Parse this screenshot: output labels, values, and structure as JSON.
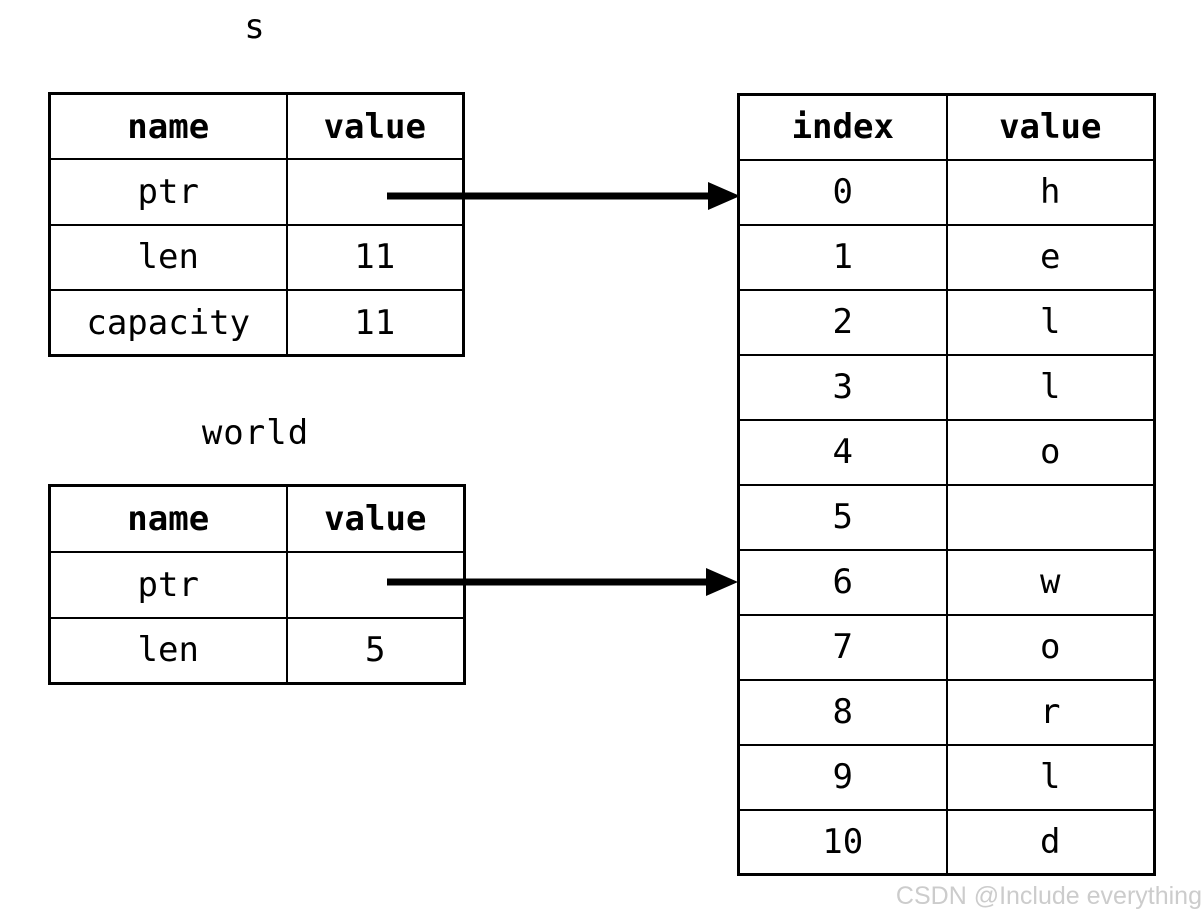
{
  "colors": {
    "background": "#ffffff",
    "border": "#000000",
    "text": "#000000",
    "watermark": "#cccccc"
  },
  "s_struct": {
    "label": "s",
    "headers": [
      "name",
      "value"
    ],
    "rows": [
      {
        "name": "ptr",
        "value": ""
      },
      {
        "name": "len",
        "value": "11"
      },
      {
        "name": "capacity",
        "value": "11"
      }
    ]
  },
  "world_struct": {
    "label": "world",
    "headers": [
      "name",
      "value"
    ],
    "rows": [
      {
        "name": "ptr",
        "value": ""
      },
      {
        "name": "len",
        "value": "5"
      }
    ]
  },
  "heap": {
    "headers": [
      "index",
      "value"
    ],
    "rows": [
      {
        "index": "0",
        "value": "h"
      },
      {
        "index": "1",
        "value": "e"
      },
      {
        "index": "2",
        "value": "l"
      },
      {
        "index": "3",
        "value": "l"
      },
      {
        "index": "4",
        "value": "o"
      },
      {
        "index": "5",
        "value": ""
      },
      {
        "index": "6",
        "value": "w"
      },
      {
        "index": "7",
        "value": "o"
      },
      {
        "index": "8",
        "value": "r"
      },
      {
        "index": "9",
        "value": "l"
      },
      {
        "index": "10",
        "value": "d"
      }
    ]
  },
  "watermark": "CSDN @Include everything"
}
